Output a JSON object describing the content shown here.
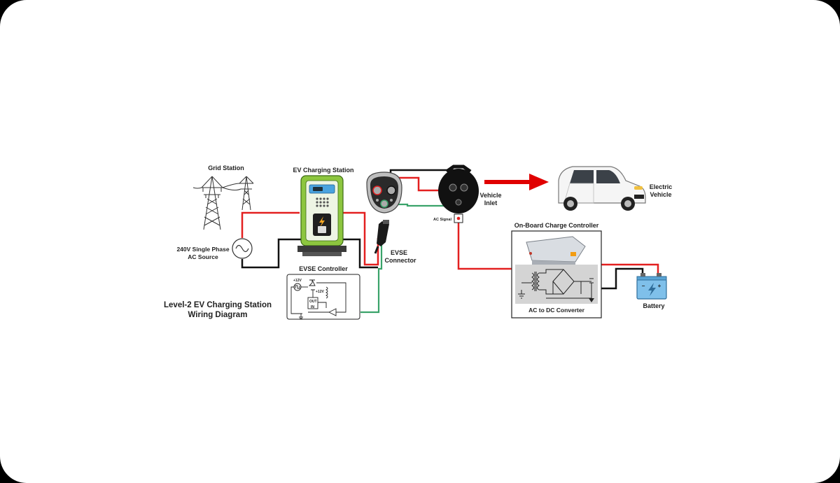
{
  "diagram": {
    "title_line1": "Level-2 EV Charging Station",
    "title_line2": "Wiring Diagram",
    "grid_station": "Grid Station",
    "ac_source_line1": "240V Single Phase",
    "ac_source_line2": "AC Source",
    "ev_charging_station": "EV Charging Station",
    "evse_controller": "EVSE Controller",
    "evse_connector_line1": "EVSE",
    "evse_connector_line2": "Connector",
    "vehicle_inlet_line1": "Vehicle",
    "vehicle_inlet_line2": "Inlet",
    "ac_signal": "AC Signal",
    "electric_vehicle_line1": "Electric",
    "electric_vehicle_line2": "Vehicle",
    "onboard_controller": "On-Board Charge Controller",
    "ac_dc_converter": "AC to DC Converter",
    "battery": "Battery",
    "ctrl_v12a": "+12V",
    "ctrl_v12b": "+12V",
    "ctrl_out": "OUT",
    "ctrl_in": "IN",
    "battery_minus": "−",
    "battery_plus": "+"
  },
  "colors": {
    "hot_wire": "#e32020",
    "neutral_wire": "#111111",
    "ground_wire": "#3aa36a",
    "station_green": "#8dc63f",
    "arrow_red": "#e00000"
  },
  "icons": {
    "grid": "transmission-tower-icon",
    "ac": "sine-wave-icon",
    "bolt": "lightning-bolt-icon",
    "car": "car-icon",
    "battery": "battery-icon"
  }
}
